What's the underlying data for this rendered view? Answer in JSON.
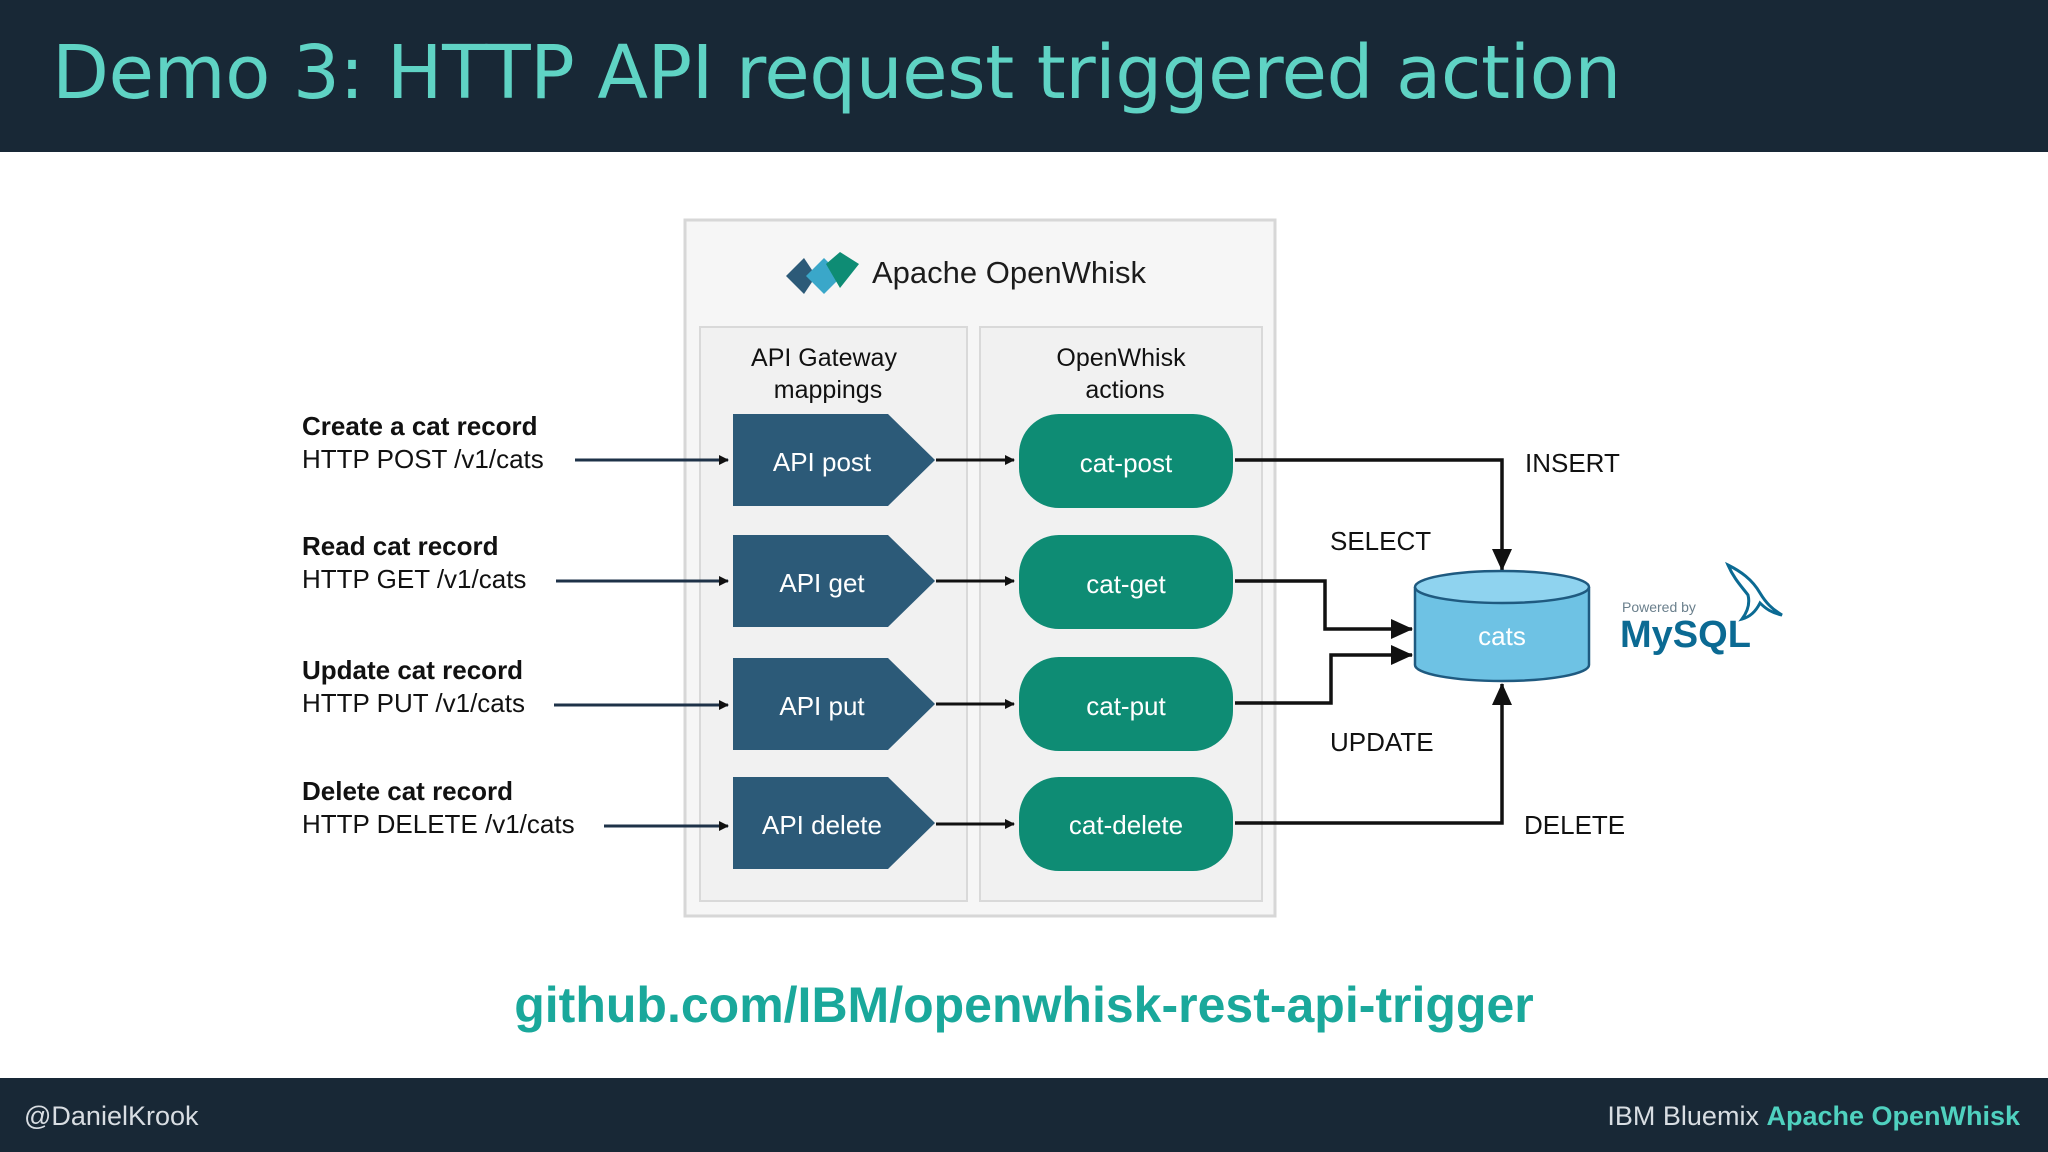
{
  "slide": {
    "title": "Demo 3: HTTP API request triggered action",
    "github_link": "github.com/IBM/openwhisk-rest-api-trigger",
    "footer_left": "@DanielKrook",
    "footer_right_plain": "IBM Bluemix ",
    "footer_right_accent": "Apache OpenWhisk"
  },
  "diagram": {
    "brand_name": "Apache OpenWhisk",
    "gateway_header_line1": "API Gateway",
    "gateway_header_line2": "mappings",
    "actions_header_line1": "OpenWhisk",
    "actions_header_line2": "actions",
    "rows": [
      {
        "title": "Create a cat record",
        "request": "HTTP POST  /v1/cats",
        "api": "API post",
        "action": "cat-post"
      },
      {
        "title": "Read cat record",
        "request": "HTTP GET  /v1/cats",
        "api": "API get",
        "action": "cat-get"
      },
      {
        "title": "Update cat record",
        "request": "HTTP PUT  /v1/cats",
        "api": "API put",
        "action": "cat-put"
      },
      {
        "title": "Delete cat record",
        "request": "HTTP DELETE  /v1/cats",
        "api": "API delete",
        "action": "cat-delete"
      }
    ],
    "db_label": "cats",
    "ops": {
      "insert": "INSERT",
      "select": "SELECT",
      "update": "UPDATE",
      "delete": "DELETE"
    },
    "mysql_powered": "Powered by",
    "mysql_name": "MySQL"
  },
  "colors": {
    "header_bg": "#182836",
    "title": "#5fd3c4",
    "api_box": "#2c5a78",
    "action_box": "#0e8c74",
    "db_fill": "#6ec2e4",
    "link": "#1aa89b"
  },
  "icons": [
    "openwhisk-logo-icon",
    "mysql-dolphin-icon"
  ]
}
